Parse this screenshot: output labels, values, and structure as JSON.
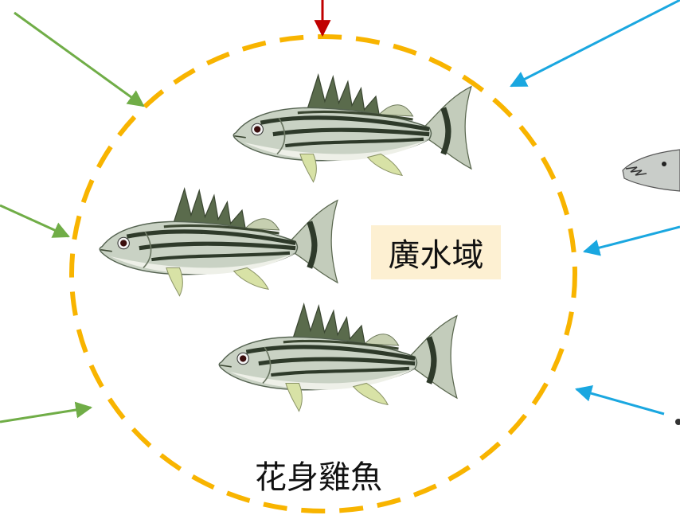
{
  "diagram": {
    "center_label": "廣水域",
    "bottom_label": "花身雞魚",
    "colors": {
      "circle": "#f8b400",
      "arrow_green": "#70ad47",
      "arrow_blue": "#1aa7e0",
      "arrow_red": "#c00000",
      "label_bg": "#fdf0d2",
      "fish_body": "#c9d2c4",
      "fish_belly": "#eef0e8",
      "fish_stripe": "#2e3a2a",
      "fish_fin": "#d8e2a6"
    },
    "fish_count": 3,
    "icons": [
      "fish-icon",
      "partial-fish-icon"
    ]
  }
}
